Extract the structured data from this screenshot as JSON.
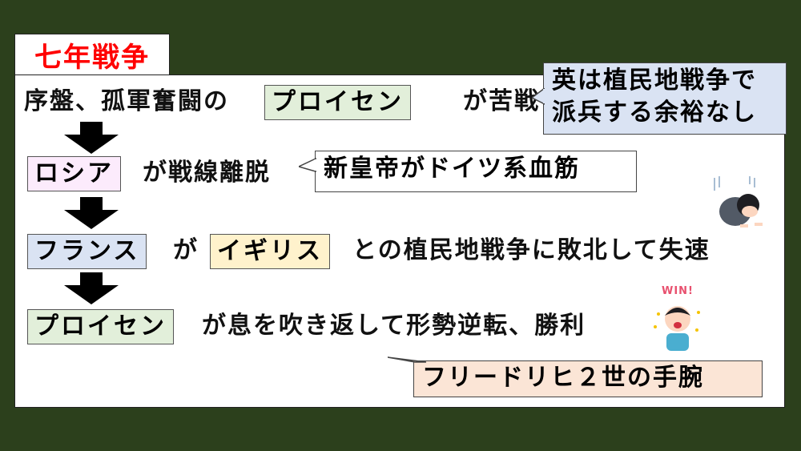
{
  "title": "七年戦争",
  "rows": [
    {
      "before": "序盤、孤軍奮闘の",
      "box": "プロイセン",
      "after": "が苦戦"
    },
    {
      "box": "ロシア",
      "after": "が戦線離脱"
    },
    {
      "box": "フランス",
      "mid": "が",
      "box2": "イギリス",
      "after": "との植民地戦争に敗北して失速"
    },
    {
      "box": "プロイセン",
      "after": "が息を吹き返して形勢逆転、勝利"
    }
  ],
  "callouts": {
    "britain_line1": "英は植民地戦争で",
    "britain_line2": "派兵する余裕なし",
    "russia": "新皇帝がドイツ系血筋",
    "frederick": "フリードリヒ２世の手腕"
  },
  "illustrations": {
    "win_text": "WIN!"
  },
  "colors": {
    "background": "#2c401c",
    "title": "#ff0000",
    "prussia": "#e2efda",
    "russia": "#fcebfc",
    "france": "#dae3f3",
    "britain": "#fff2cc"
  }
}
